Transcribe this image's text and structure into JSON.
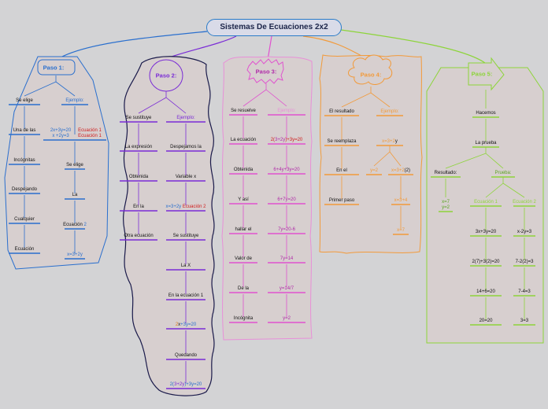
{
  "title": "Sistemas De Ecuaciones 2x2",
  "colors": {
    "p1": "#2a6fce",
    "p2": "#7a2bd6",
    "p3": "#e052cf",
    "p4": "#f29a3a",
    "p5": "#8dd43a",
    "example": "#2a6fce",
    "red": "#d01d1d",
    "orange": "#e07a18"
  },
  "p1": {
    "title": "Paso 1:",
    "left": [
      "Se elige",
      "Una de las",
      "Incógnitas",
      "Despejando",
      "Cualquier",
      "Ecuación"
    ],
    "ex_label": "Ejemplo:",
    "ex_eq1": "2x+3y=20",
    "ex_eq2": "x +2y=3",
    "ex_tag1": "Ecuación 1",
    "ex_tag2": "Ecuación 1",
    "ex_b1": "Se elige",
    "ex_b2": "La",
    "ex_b3a": "Ecuación",
    "ex_b3b": "2",
    "ex_b4": "x=3+2y"
  },
  "p2": {
    "title": "Paso 2:",
    "left": [
      "Se sustituye",
      "La expresión",
      "Obtenida",
      "En la",
      "Otra ecuación"
    ],
    "ex_label": "Ejemplo:",
    "r1": "Despejamos la",
    "r2": "Variable x",
    "r3a": "x=3+2y",
    "r3b": "Ecuación 2",
    "r4": "Se sustituye",
    "r5": "La X",
    "r6": "En la ecuación 1",
    "r7a": "2",
    "r7b": "x",
    "r7c": "+3y=20",
    "r8": "Quedando",
    "r9a": "2(",
    "r9b": "3+2y",
    "r9c": ")+3y=20"
  },
  "p3": {
    "title": "Paso 3:",
    "left": [
      "Se resuelve",
      "La ecuación",
      "Obtenida",
      "Y así",
      "hallar el",
      "Valor de",
      "De la",
      "Incógnita"
    ],
    "ex_label": "Ejemplo:",
    "right_first_a": "2(",
    "right_first_b": "3+2y",
    "right_first_c": ")+3y=20",
    "right": [
      "6+4y+3y=20",
      "6+7y=20",
      "7y=20-6",
      "7y=14",
      "y=14/7",
      "y=2"
    ]
  },
  "p4": {
    "title": "Paso 4:",
    "left": [
      "El resultado",
      "Se reemplaza",
      "En el",
      "Primer paso"
    ],
    "ex_label": "Ejemplo:",
    "r1a": "x=3+2",
    "r1b": "y",
    "r2": "y=2",
    "r3a": "x=3+2",
    "r3b": "(2)",
    "r4": "x=3+4",
    "r5": "x=7"
  },
  "p5": {
    "title": "Paso 5:",
    "top": [
      "Hacemos",
      "La prueba"
    ],
    "res_label": "Resultado:",
    "res1": "x=7",
    "res2": "y=2",
    "prueba_label": "Prueba:",
    "ec1_label": "Ecuación 1",
    "ec2_label": "Ecuación 2",
    "ec1": [
      "3x+3y=20",
      "2(7)+3(2)=20",
      "14+6=20",
      "20=20"
    ],
    "ec2": [
      "x-2y=3",
      "7-2(2)=3",
      "7-4=3",
      "3=3"
    ]
  }
}
